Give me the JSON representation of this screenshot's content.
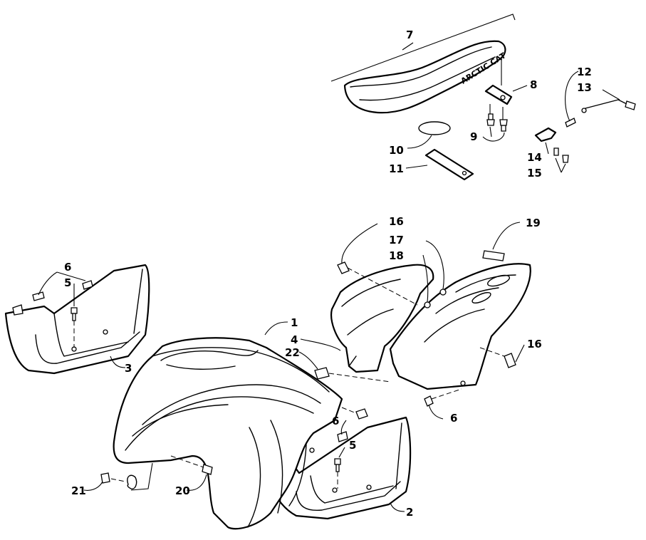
{
  "diagram": {
    "brand_text": "ARCTIC CAT",
    "callouts": {
      "c1": "1",
      "c2": "2",
      "c3": "3",
      "c4": "4",
      "c5a": "5",
      "c5b": "5",
      "c6a": "6",
      "c6b": "6",
      "c6c": "6",
      "c7": "7",
      "c8": "8",
      "c9": "9",
      "c10": "10",
      "c11": "11",
      "c12": "12",
      "c13": "13",
      "c14": "14",
      "c15": "15",
      "c16a": "16",
      "c16b": "16",
      "c17": "17",
      "c18": "18",
      "c19": "19",
      "c20": "20",
      "c21": "21",
      "c22": "22"
    }
  }
}
